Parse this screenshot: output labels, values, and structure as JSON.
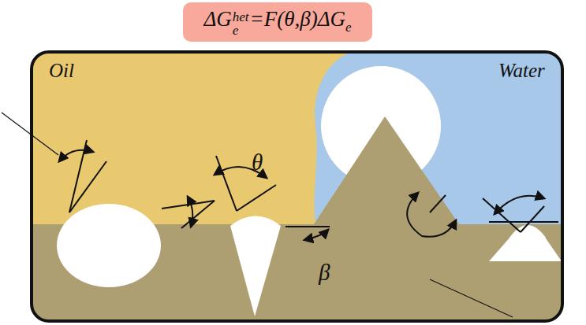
{
  "diagram": {
    "nodes": [
      {
        "text": [
          "ΔG",
          "het",
          "e",
          "=F(θ,β)ΔG",
          "e"
        ]
      }
    ],
    "labels": [
      "Oil",
      "Water",
      "θ",
      "β"
    ]
  }
}
